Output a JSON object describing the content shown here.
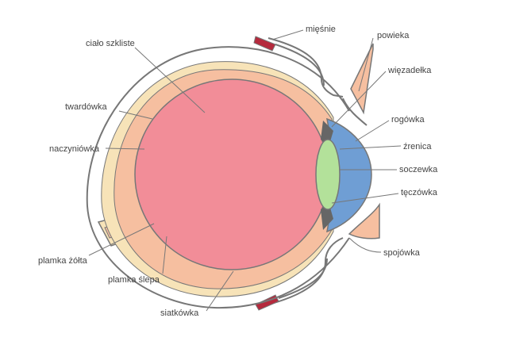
{
  "labels": {
    "miesnie": "mięśnie",
    "powieka": "powieka",
    "wiezadelka": "więzadełka",
    "rogowka": "rogówka",
    "zrenica": "źrenica",
    "soczewka": "soczewka",
    "teczowka": "tęczówka",
    "spojowka": "spojówka",
    "cialo_szkliste": "ciało szkliste",
    "twardowka": "twardówka",
    "naczyniowka": "naczyniówka",
    "plamka_zolta": "plamka żółta",
    "plamka_slepa": "plamka ślepa",
    "siatkowka": "siatkówka"
  },
  "colors": {
    "vitreous": "#f28d98",
    "retina": "#f6bfa0",
    "choroid": "#f7e3b8",
    "sclera_outline": "#777777",
    "cornea": "#6f9ed4",
    "lens": "#b3e19a",
    "muscle": "#b52a3d",
    "iris": "#666666",
    "eyelid": "#f6bfa0"
  }
}
